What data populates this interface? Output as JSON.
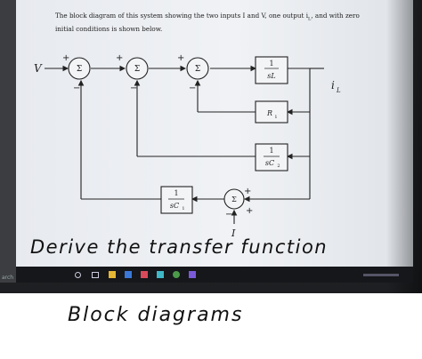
{
  "document": {
    "prompt_text": "The block diagram of this system showing the two inputs I and V, one output i",
    "prompt_sub": "L",
    "prompt_tail": ", and with zero",
    "prompt_line2": "initial conditions is shown below."
  },
  "diagram": {
    "input_v": "V",
    "input_i": "I",
    "output": "i",
    "output_sub": "L",
    "sum_symbol": "Σ",
    "plus": "+",
    "minus": "−",
    "block_1_over_sL": {
      "num": "1",
      "den": "sL"
    },
    "block_R1": {
      "label": "R",
      "sub": "1"
    },
    "block_1_over_sC2_right": {
      "num": "1",
      "den": "sC",
      "sub": "2"
    },
    "block_1_over_sC1_bottom": {
      "num": "1",
      "den": "sC",
      "sub": "1"
    }
  },
  "handwriting": {
    "instruction": "Derive the transfer function",
    "caption": "Block diagrams"
  },
  "taskbar": {
    "search_stub": "arch"
  },
  "colors": {
    "screen": "#eceff3",
    "ink": "#222222",
    "taskbar": "#15171a"
  }
}
